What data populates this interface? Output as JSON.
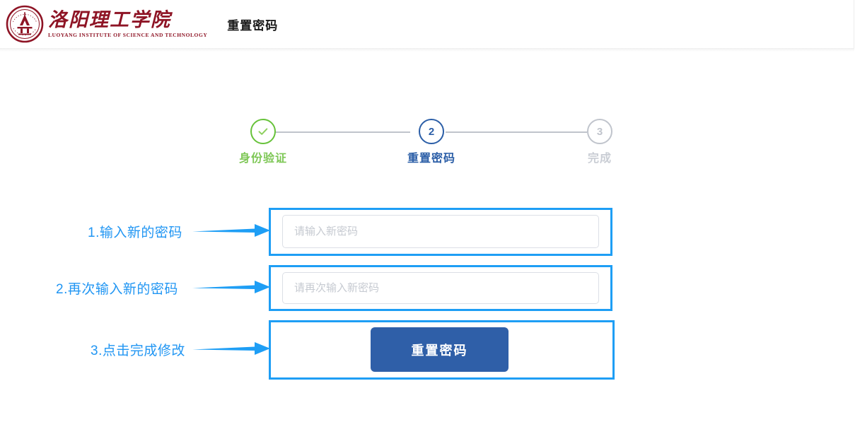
{
  "header": {
    "logo": {
      "seal_icon": "university-seal-icon",
      "cn_name": "洛阳理工学院",
      "en_name": "LUOYANG INSTITUTE OF SCIENCE AND TECHNOLOGY",
      "color": "#8e1425"
    },
    "title": "重置密码"
  },
  "steps": {
    "items": [
      {
        "number": "1",
        "label": "身份验证",
        "state": "done",
        "icon": "check-icon",
        "color": "#67c23a"
      },
      {
        "number": "2",
        "label": "重置密码",
        "state": "active",
        "icon": "step-number-2",
        "color": "#2b5ea7"
      },
      {
        "number": "3",
        "label": "完成",
        "state": "pending",
        "icon": "step-number-3",
        "color": "#c0c4cc"
      }
    ]
  },
  "form": {
    "new_password": {
      "placeholder": "请输入新密码",
      "value": ""
    },
    "confirm_password": {
      "placeholder": "请再次输入新密码",
      "value": ""
    },
    "submit_label": "重置密码",
    "submit_color": "#2f5fa8"
  },
  "annotations": {
    "color": "#2196f3",
    "highlight_color": "#1e9ef5",
    "items": [
      {
        "text": "1.输入新的密码",
        "arrow_icon": "arrow-right-icon"
      },
      {
        "text": "2.再次输入新的密码",
        "arrow_icon": "arrow-right-icon"
      },
      {
        "text": "3.点击完成修改",
        "arrow_icon": "arrow-right-icon"
      }
    ]
  }
}
